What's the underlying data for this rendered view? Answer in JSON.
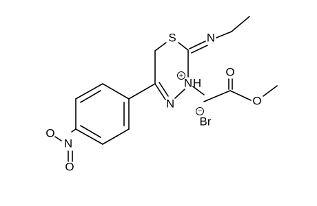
{
  "structure": {
    "atoms": {
      "S": "S",
      "N_imine": "N",
      "N_ring": "N",
      "NH_plus": "N",
      "NH_plus_h": "H",
      "NH_plus_charge": "+",
      "O_carbonyl": "O",
      "O_ester": "O",
      "N_nitro": "N",
      "O_nitro_top": "O",
      "O_nitro_bottom": "O",
      "counterion": "Br",
      "counterion_charge": "−"
    }
  },
  "colors": {
    "bond": "#000000",
    "text": "#000000",
    "background": "#ffffff"
  }
}
